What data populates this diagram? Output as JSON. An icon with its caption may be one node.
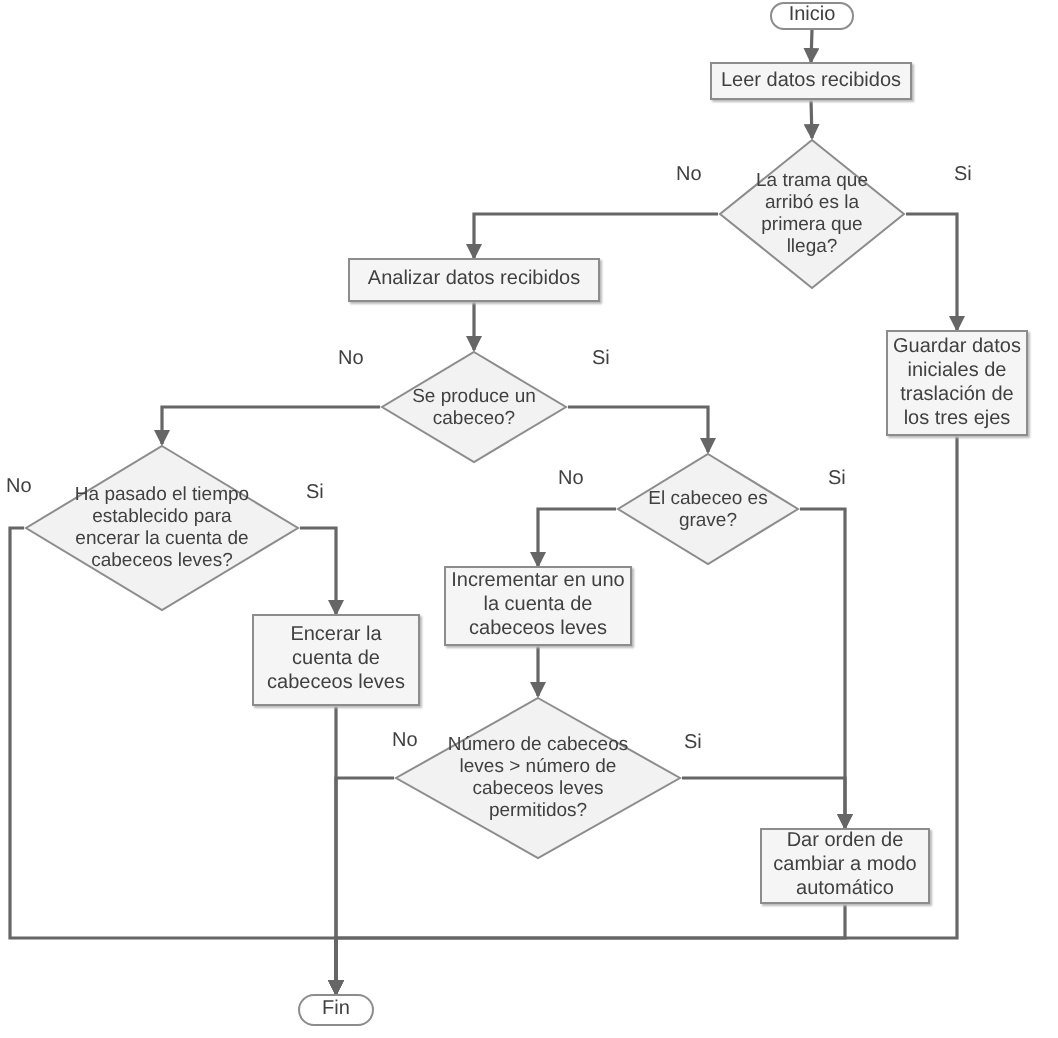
{
  "diagram": {
    "nodes": [
      {
        "text": [
          "Inicio"
        ]
      },
      {
        "text": [
          "Leer datos recibidos"
        ]
      },
      {
        "text": [
          "La trama que arribó es la primera que llega?"
        ]
      },
      {
        "text": [
          "Analizar datos recibidos"
        ]
      },
      {
        "text": [
          "Guardar datos iniciales de traslación de los tres ejes"
        ]
      },
      {
        "text": [
          "Se produce un cabeceo?"
        ]
      },
      {
        "text": [
          "Ha pasado el tiempo establecido para encerar la cuenta de cabeceos leves?"
        ]
      },
      {
        "text": [
          "El cabeceo es grave?"
        ]
      },
      {
        "text": [
          "Encerar la cuenta de cabeceos leves"
        ]
      },
      {
        "text": [
          "Incrementar en uno la cuenta de cabeceos leves"
        ]
      },
      {
        "text": [
          "Número de cabeceos leves > número de cabeceos leves permitidos?"
        ]
      },
      {
        "text": [
          "Dar orden de cambiar a modo automático"
        ]
      },
      {
        "text": [
          "Fin"
        ]
      }
    ],
    "edges": [
      {
        "from": 0,
        "to": 1,
        "arrow": "to"
      },
      {
        "from": 1,
        "to": 2,
        "arrow": "to"
      },
      {
        "from": 2,
        "to": 3,
        "arrow": "to",
        "label": "No"
      },
      {
        "from": 2,
        "to": 4,
        "arrow": "to",
        "label": "Si"
      },
      {
        "from": 3,
        "to": 5,
        "arrow": "to"
      },
      {
        "from": 5,
        "to": 6,
        "arrow": "to",
        "label": "No"
      },
      {
        "from": 5,
        "to": 7,
        "arrow": "to",
        "label": "Si"
      },
      {
        "from": 6,
        "to": 12,
        "arrow": "to",
        "label": "No"
      },
      {
        "from": 6,
        "to": 8,
        "arrow": "to",
        "label": "Si"
      },
      {
        "from": 7,
        "to": 9,
        "arrow": "to",
        "label": "No"
      },
      {
        "from": 7,
        "to": 11,
        "arrow": "to",
        "label": "Si"
      },
      {
        "from": 9,
        "to": 10,
        "arrow": "to"
      },
      {
        "from": 10,
        "to": 12,
        "arrow": "to",
        "label": "No"
      },
      {
        "from": 10,
        "to": 11,
        "arrow": "to",
        "label": "Si"
      },
      {
        "from": 8,
        "to": 12,
        "arrow": "to"
      },
      {
        "from": 11,
        "to": 12,
        "arrow": "to"
      },
      {
        "from": 4,
        "to": 12,
        "arrow": "to"
      }
    ]
  }
}
